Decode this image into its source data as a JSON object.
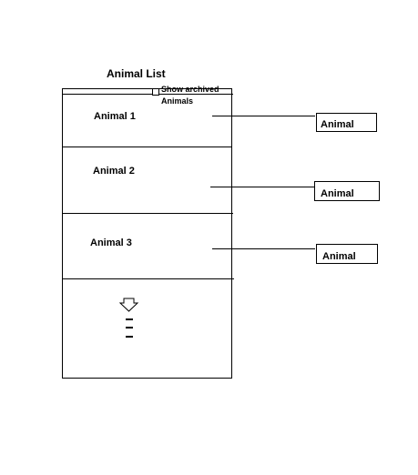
{
  "title": "Animal List",
  "archived_label": "Show archived Animals",
  "rows": [
    {
      "label": "Animal 1",
      "detail_label": "Animal"
    },
    {
      "label": "Animal 2",
      "detail_label": "Animal"
    },
    {
      "label": "Animal 3",
      "detail_label": "Animal"
    }
  ],
  "icons": {
    "load_more": "down-arrow-icon",
    "more_items": "vertical-dashes-icon"
  }
}
